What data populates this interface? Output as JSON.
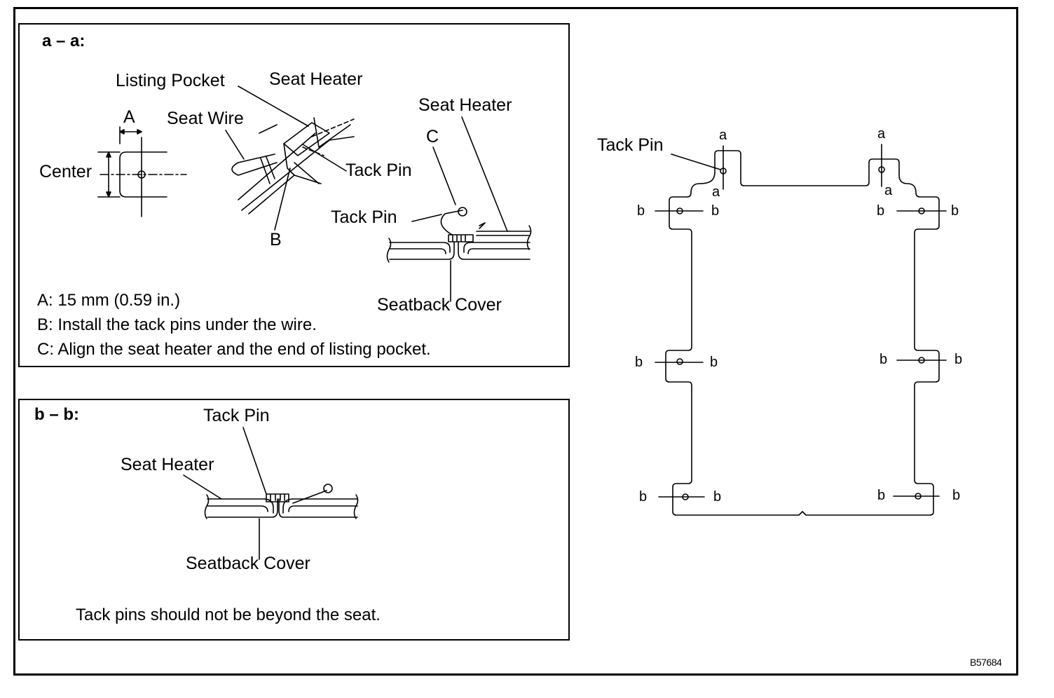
{
  "section_aa": {
    "title": "a – a:",
    "labels": {
      "listing_pocket": "Listing Pocket",
      "seat_heater_1": "Seat Heater",
      "seat_heater_2": "Seat Heater",
      "seat_wire": "Seat Wire",
      "dim_a": "A",
      "center": "Center",
      "tack_pin_1": "Tack Pin",
      "tack_pin_2": "Tack Pin",
      "marker_b": "B",
      "marker_c": "C",
      "seatback_cover": "Seatback Cover"
    },
    "notes": [
      "A: 15 mm (0.59 in.)",
      "B: Install the tack pins under the wire.",
      "C: Align the seat heater and the end of listing pocket."
    ]
  },
  "section_bb": {
    "title": "b – b:",
    "labels": {
      "tack_pin": "Tack Pin",
      "seat_heater": "Seat Heater",
      "seatback_cover": "Seatback Cover"
    },
    "note": "Tack pins should not be beyond the seat."
  },
  "layout_view": {
    "tack_pin_label": "Tack Pin",
    "section_a": "a",
    "section_b": "b"
  },
  "figure_code": "B57684"
}
